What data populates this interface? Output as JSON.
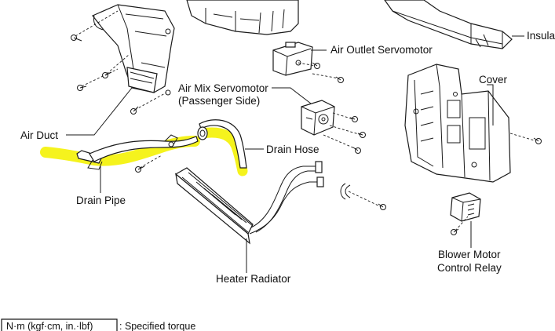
{
  "labels": {
    "insulator": "Insula",
    "air_outlet_servomotor": "Air Outlet Servomotor",
    "cover": "Cover",
    "air_mix_servomotor_1": "Air Mix Servomotor",
    "air_mix_servomotor_2": "(Passenger Side)",
    "air_duct": "Air Duct",
    "drain_hose": "Drain Hose",
    "drain_pipe": "Drain Pipe",
    "heater_radiator": "Heater Radiator",
    "blower_motor_relay_1": "Blower Motor",
    "blower_motor_relay_2": "Control Relay"
  },
  "legend": {
    "box_text": "N·m (kgf·cm, in.·lbf)",
    "description": ": Specified torque"
  },
  "highlight": {
    "color": "#f4f20a",
    "marks": "drain pipe and drain hose"
  }
}
